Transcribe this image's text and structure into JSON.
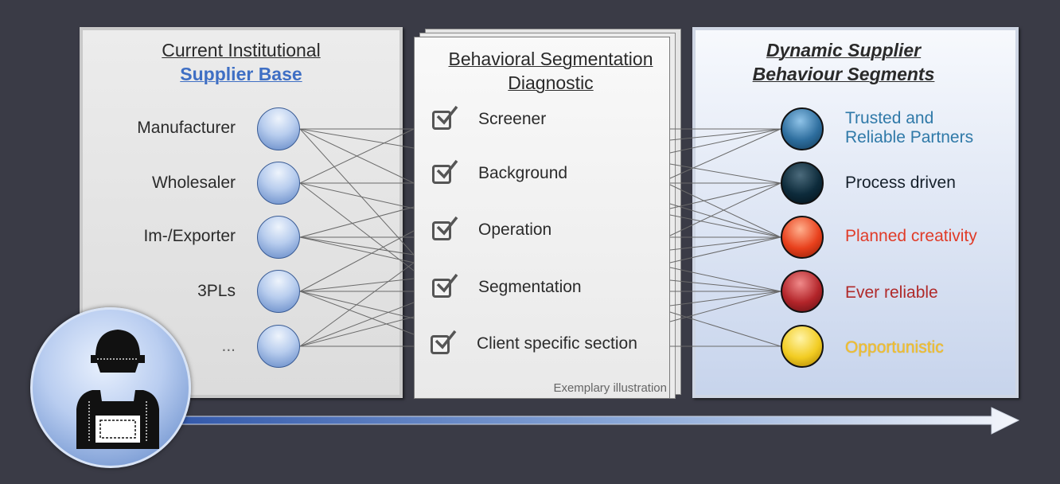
{
  "left": {
    "title_line1": "Current Institutional",
    "title_line2": "Supplier Base",
    "items": [
      "Manufacturer",
      "Wholesaler",
      "Im-/Exporter",
      "3PLs",
      "..."
    ]
  },
  "middle": {
    "title_line1": "Behavioral Segmentation",
    "title_line2": "Diagnostic",
    "items": [
      "Screener",
      "Background",
      "Operation",
      "Segmentation",
      "Client specific section"
    ],
    "footnote": "Exemplary illustration"
  },
  "right": {
    "title_line1": "Dynamic Supplier",
    "title_line2": "Behaviour Segments",
    "items": [
      {
        "label_line1": "Trusted and",
        "label_line2": "Reliable Partners",
        "color": "#2f79a8",
        "node_color": "#2e6e9e"
      },
      {
        "label_line1": "Process driven",
        "label_line2": "",
        "color": "#15202b",
        "node_color": "#0d2b3b"
      },
      {
        "label_line1": "Planned creativity",
        "label_line2": "",
        "color": "#e03b28",
        "node_color": "#e8401c"
      },
      {
        "label_line1": "Ever reliable",
        "label_line2": "",
        "color": "#b02a2a",
        "node_color": "#b3252a"
      },
      {
        "label_line1": "Opportunistic",
        "label_line2": "",
        "color": "#f2bf2e",
        "node_color": "#f2cc22"
      }
    ]
  },
  "icons": {
    "avatar": "worker-icon",
    "checkbox": "checkmark-icon"
  }
}
